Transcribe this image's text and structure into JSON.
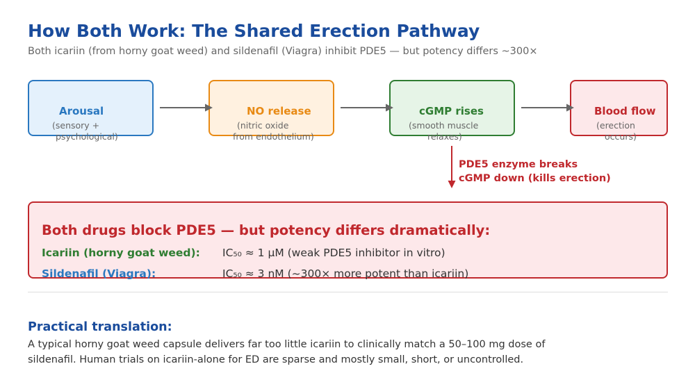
{
  "header": {
    "title": "How Both Work: The Shared Erection Pathway",
    "subtitle": "Both icariin (from horny goat weed) and sildenafil (Viagra) inhibit PDE5 — but potency differs ~300×"
  },
  "pathway": {
    "steps": [
      {
        "label": "Arousal",
        "sub_lines": [
          "(sensory +",
          "psychological)"
        ],
        "color": "#2a78c0",
        "fill": "#e4f1fc"
      },
      {
        "label": "NO release",
        "sub_lines": [
          "(nitric oxide",
          "from endothelium)"
        ],
        "color": "#e88a14",
        "fill": "#fff1e0"
      },
      {
        "label": "cGMP rises",
        "sub_lines": [
          "(smooth muscle",
          "relaxes)"
        ],
        "color": "#2f7d32",
        "fill": "#e6f4e7"
      },
      {
        "label": "Blood flow",
        "sub_lines": [
          "(erection",
          "occurs)"
        ],
        "color": "#c0282d",
        "fill": "#fde8ea"
      }
    ],
    "arrow_color": "#666666",
    "pde5_note_lines": [
      "PDE5 enzyme breaks",
      "cGMP down (kills erection)"
    ],
    "pde5_color": "#c0282d"
  },
  "potency": {
    "heading": "Both drugs block PDE5 — but potency differs dramatically:",
    "rows": [
      {
        "name": "Icariin (horny goat weed):",
        "value": "IC₅₀ ≈ 1 μM   (weak PDE5 inhibitor in vitro)",
        "color": "#2f7d32"
      },
      {
        "name": "Sildenafil (Viagra):",
        "value": "IC₅₀ ≈ 3 nM   (~300× more potent than icariin)",
        "color": "#2a78c0"
      }
    ]
  },
  "practical": {
    "heading": "Practical translation:",
    "lines": [
      "A typical horny goat weed capsule delivers far too little icariin to clinically match a 50–100 mg dose of",
      "sildenafil. Human trials on icariin-alone for ED are sparse and mostly small, short, or uncontrolled."
    ]
  }
}
